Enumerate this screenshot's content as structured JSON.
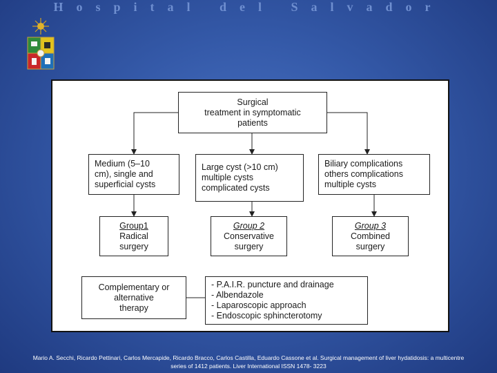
{
  "header": {
    "title": "Hospital del Salvador"
  },
  "diagram": {
    "root": [
      "Surgical",
      "treatment in symptomatic",
      "patients"
    ],
    "categories": [
      [
        "Medium (5–10",
        "cm), single and",
        "superficial cysts"
      ],
      [
        "Large cyst (>10 cm)",
        "multiple cysts",
        "complicated cysts"
      ],
      [
        "Biliary complications",
        "others complications",
        "multiple cysts"
      ]
    ],
    "groups": [
      {
        "title": "Group1",
        "lines": [
          "Radical",
          "surgery"
        ]
      },
      {
        "title": "Group 2",
        "lines": [
          "Conservative",
          "surgery"
        ]
      },
      {
        "title": "Group 3",
        "lines": [
          "Combined",
          "surgery"
        ]
      }
    ],
    "complementary": [
      "Complementary or",
      "alternative",
      "therapy"
    ],
    "therapies": [
      "- P.A.I.R. puncture and drainage",
      "- Albendazole",
      "- Laparoscopic approach",
      "- Endoscopic sphincterotomy"
    ]
  },
  "citation": {
    "line1": "Mario A. Secchi, Ricardo Pettinari, Carlos Mercapide, Ricardo Bracco, Carlos Castilla, Eduardo Cassone et al. Surgical management of liver hydatidosis: a multicentre",
    "line2": "series of 1412 patients. Liver International ISSN 1478- 3223"
  },
  "colors": {
    "background": "#3459a8",
    "header_text": "#6f8fd0",
    "citation_text": "#ffffff"
  }
}
